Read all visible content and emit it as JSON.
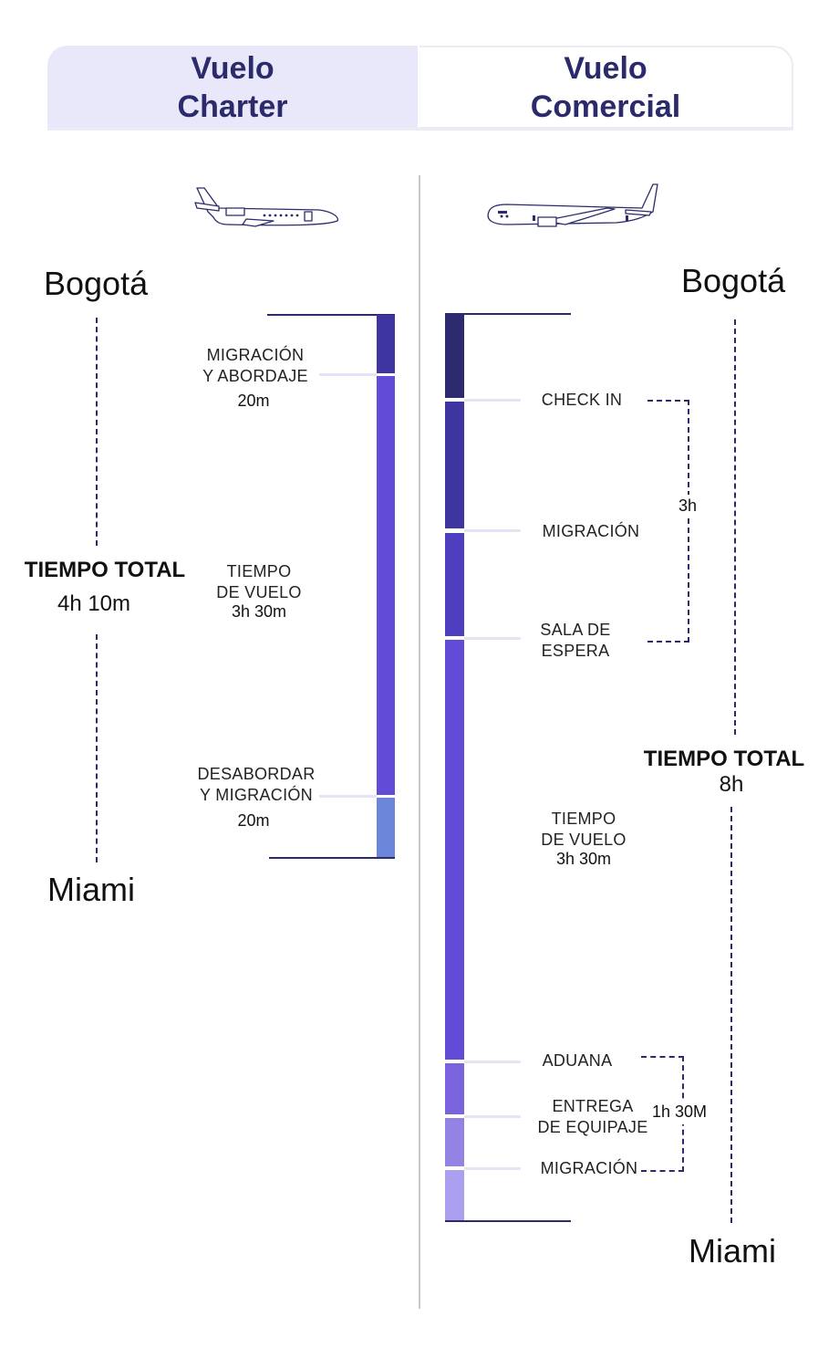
{
  "header": {
    "charter_title": "Vuelo\nCharter",
    "commercial_title": "Vuelo\nComercial"
  },
  "colors": {
    "dark": "#2b2a6b",
    "header_bg": "#e8e8fa",
    "bar_darkest": "#2e2a70",
    "bar_dark": "#3e35a0",
    "bar_mid": "#4e3fc0",
    "bar_main": "#624bd6",
    "bar_light1": "#7b63de",
    "bar_light2": "#9482e4",
    "bar_light3": "#ab9ff0",
    "bar_blue": "#6b86d8"
  },
  "charter": {
    "origin": "Bogotá",
    "destination": "Miami",
    "total_title": "TIEMPO TOTAL",
    "total_value": "4h 10m",
    "stages": [
      {
        "label": "MIGRACIÓN\nY ABORDAJE",
        "duration": "20m"
      },
      {
        "label": "TIEMPO\nDE VUELO",
        "duration": "3h 30m"
      },
      {
        "label": "DESABORDAR\nY MIGRACIÓN",
        "duration": "20m"
      }
    ]
  },
  "commercial": {
    "origin": "Bogotá",
    "destination": "Miami",
    "total_title": "TIEMPO TOTAL",
    "total_value": "8h",
    "stages": [
      {
        "label": "CHECK IN"
      },
      {
        "label": "MIGRACIÓN"
      },
      {
        "label": "SALA DE\nESPERA"
      },
      {
        "label": "TIEMPO\nDE VUELO",
        "duration": "3h 30m"
      },
      {
        "label": "ADUANA"
      },
      {
        "label": "ENTREGA\nDE EQUIPAJE"
      },
      {
        "label": "MIGRACIÓN"
      }
    ],
    "pre_flight_group": "3h",
    "post_flight_group": "1h 30M"
  },
  "icons": {
    "charter_plane": "private-jet-icon",
    "commercial_plane": "airliner-icon"
  }
}
